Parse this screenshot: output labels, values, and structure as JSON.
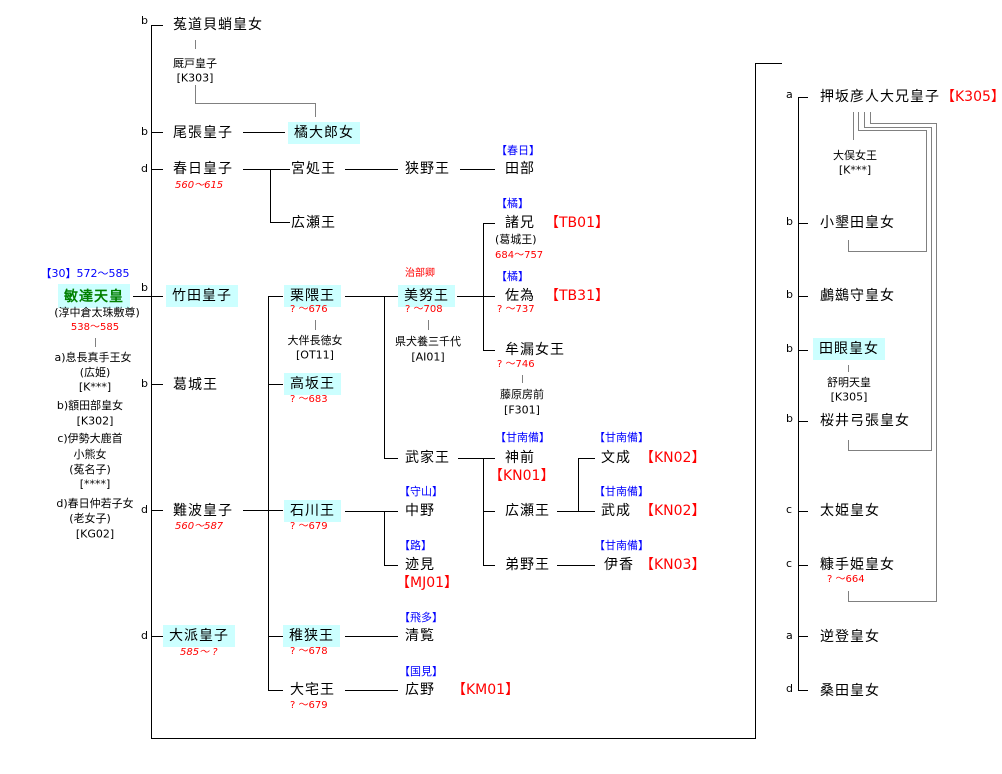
{
  "emperor": {
    "reign": "【30】572〜585",
    "name": "敏達天皇",
    "alt_name": "(淳中倉太珠敷尊)",
    "dates": "538〜585",
    "consorts": [
      {
        "lines": [
          "a)息長真手王女",
          "(広姫)",
          "[K***]"
        ]
      },
      {
        "lines": [
          "b)額田部皇女",
          "[K302]"
        ]
      },
      {
        "lines": [
          "c)伊勢大鹿首",
          "小熊女",
          "(菟名子)",
          "[****]"
        ]
      },
      {
        "lines": [
          "d)春日仲若子女",
          "(老女子)",
          "[KG02]"
        ]
      }
    ]
  },
  "children_left": [
    {
      "mother": "b",
      "name": "菟道貝蛸皇女"
    },
    {
      "mother": "b",
      "name": "尾張皇子"
    },
    {
      "mother": "d",
      "name": "春日皇子",
      "dates": "560〜615"
    },
    {
      "mother": "b",
      "name": "竹田皇子"
    },
    {
      "mother": "b",
      "name": "葛城王"
    },
    {
      "mother": "d",
      "name": "難波皇子",
      "dates": "560〜587"
    },
    {
      "mother": "d",
      "name": "大派皇子",
      "dates": "585〜 ?"
    }
  ],
  "umayado": {
    "name": "厩戸皇子",
    "code": "[K303]"
  },
  "tachibana_oiratsume": "橘大郎女",
  "kasuga_line": {
    "miyadokoro": "宮処王",
    "sano": "狭野王",
    "tabe": "田部",
    "tabe_clan": "【春日】",
    "hirose": "広瀬王"
  },
  "kurikuma": {
    "name": "栗隈王",
    "dates": "? 〜676",
    "wife": "大伴長徳女",
    "wife_code": "[OT11]",
    "mino": {
      "title": "治部卿",
      "name": "美努王",
      "dates": "? 〜708",
      "wife": "県犬養三千代",
      "wife_code": "[AI01]"
    },
    "moroe": {
      "clan": "【橘】",
      "name": "諸兄",
      "code": "【TB01】",
      "alt": "(葛城王)",
      "dates": "684〜757"
    },
    "sai": {
      "clan": "【橘】",
      "name": "佐為",
      "code": "【TB31】",
      "dates": "? 〜737"
    },
    "muro": {
      "name": "牟漏女王",
      "dates": "? 〜746",
      "husband": "藤原房前",
      "husband_code": "[F301]"
    },
    "takeie": {
      "name": "武家王"
    },
    "kanzaki": {
      "clan": "【甘南備】",
      "name": "神前",
      "code": "【KN01】"
    },
    "hirose2": {
      "name": "広瀬王"
    },
    "bunsei": {
      "clan": "【甘南備】",
      "name": "文成",
      "code": "【KN02】"
    },
    "busei": {
      "clan": "【甘南備】",
      "name": "武成",
      "code": "【KN02】"
    },
    "otono": {
      "name": "弟野王"
    },
    "ikago": {
      "clan": "【甘南備】",
      "name": "伊香",
      "code": "【KN03】"
    }
  },
  "takasaka": {
    "name": "高坂王",
    "dates": "? 〜683"
  },
  "ishikawa": {
    "name": "石川王",
    "dates": "? 〜679",
    "nakano": {
      "clan": "【守山】",
      "name": "中野"
    },
    "tomi": {
      "clan": "【路】",
      "name": "迹見",
      "code": "【MJ01】"
    }
  },
  "wakasa": {
    "name": "稚狭王",
    "dates": "? 〜678",
    "child_clan": "【飛多】",
    "child": "清覧"
  },
  "oyake": {
    "name": "大宅王",
    "dates": "? 〜679",
    "child_clan": "【国見】",
    "child": "広野",
    "child_code": "【KM01】"
  },
  "children_right": [
    {
      "mother": "a",
      "name": "押坂彦人大兄皇子",
      "code": "【K305】"
    },
    {
      "mother": "b",
      "name": "小墾田皇女"
    },
    {
      "mother": "b",
      "name": "鸕鷀守皇女"
    },
    {
      "mother": "b",
      "name": "田眼皇女"
    },
    {
      "mother": "b",
      "name": "桜井弓張皇女"
    },
    {
      "mother": "c",
      "name": "太姫皇女"
    },
    {
      "mother": "c",
      "name": "糠手姫皇女",
      "dates": "? 〜664"
    },
    {
      "mother": "a",
      "name": "逆登皇女"
    },
    {
      "mother": "d",
      "name": "桑田皇女"
    }
  ],
  "omata": {
    "name": "大俣女王",
    "code": "[K***]"
  },
  "jomei": {
    "name": "舒明天皇",
    "code": "[K305]"
  }
}
